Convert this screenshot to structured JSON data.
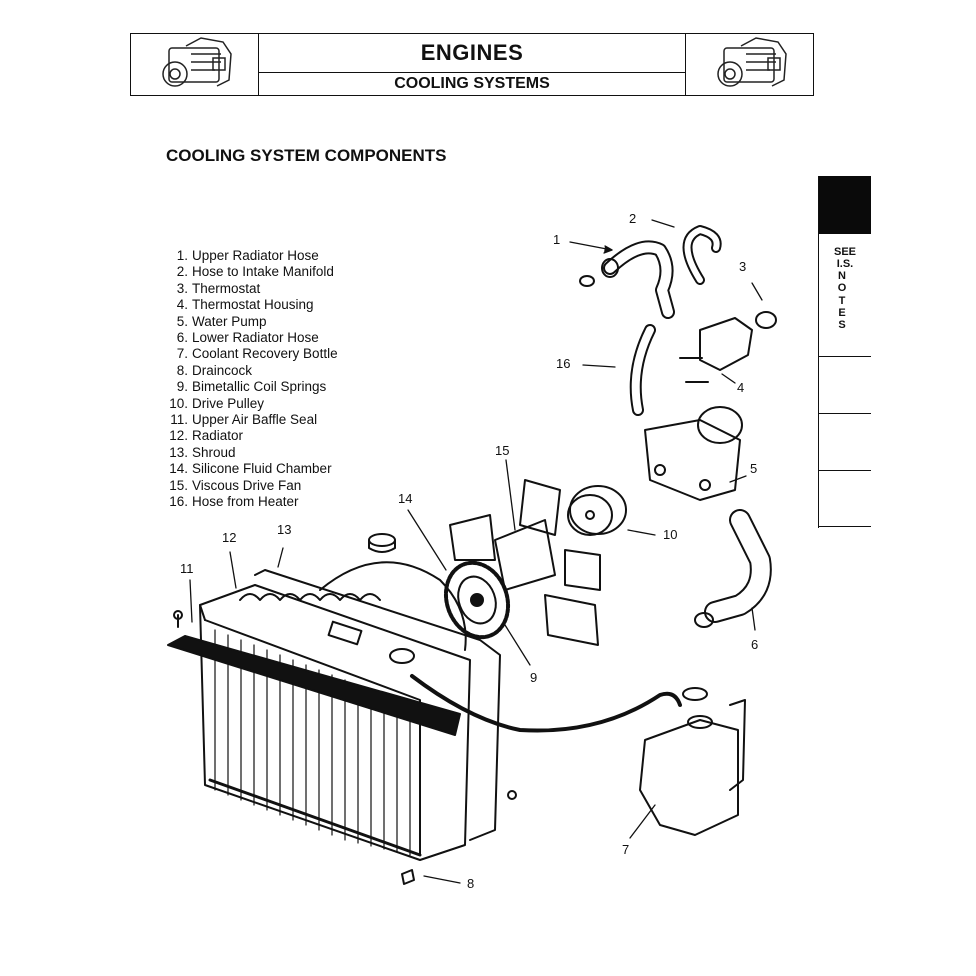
{
  "header": {
    "title": "ENGINES",
    "subtitle": "COOLING SYSTEMS"
  },
  "section_title": "COOLING SYSTEM COMPONENTS",
  "legend": [
    {
      "num": "1.",
      "label": "Upper Radiator Hose"
    },
    {
      "num": "2.",
      "label": "Hose to Intake Manifold"
    },
    {
      "num": "3.",
      "label": "Thermostat"
    },
    {
      "num": "4.",
      "label": "Thermostat Housing"
    },
    {
      "num": "5.",
      "label": "Water Pump"
    },
    {
      "num": "6.",
      "label": "Lower Radiator Hose"
    },
    {
      "num": "7.",
      "label": "Coolant Recovery Bottle"
    },
    {
      "num": "8.",
      "label": "Draincock"
    },
    {
      "num": "9.",
      "label": "Bimetallic Coil Springs"
    },
    {
      "num": "10.",
      "label": "Drive Pulley"
    },
    {
      "num": "11.",
      "label": "Upper Air Baffle Seal"
    },
    {
      "num": "12.",
      "label": "Radiator"
    },
    {
      "num": "13.",
      "label": "Shroud"
    },
    {
      "num": "14.",
      "label": "Silicone Fluid Chamber"
    },
    {
      "num": "15.",
      "label": "Viscous Drive Fan"
    },
    {
      "num": "16.",
      "label": "Hose from Heater"
    }
  ],
  "side_tab": {
    "see": "SEE",
    "is": "I.S.",
    "notes": "NOTES"
  },
  "callouts": [
    "1",
    "2",
    "3",
    "16",
    "4",
    "15",
    "5",
    "14",
    "10",
    "13",
    "12",
    "11",
    "9",
    "6",
    "7",
    "8"
  ]
}
